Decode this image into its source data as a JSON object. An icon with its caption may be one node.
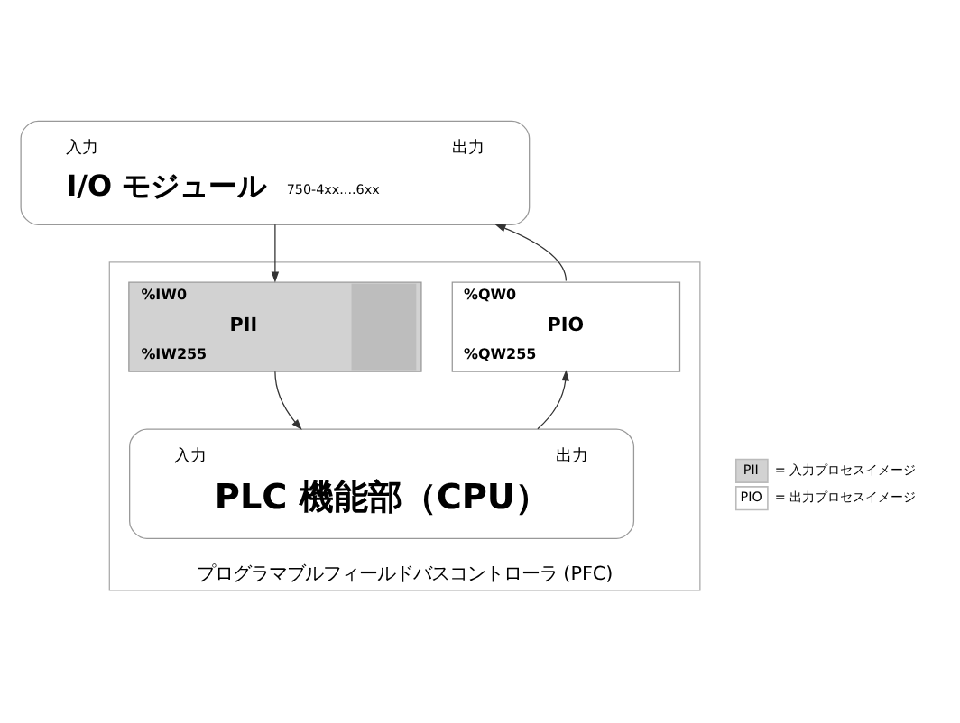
{
  "diagram": {
    "nodes": [
      {
        "text": [
          "入力",
          "出力",
          "I/O モジュール",
          "750-4xx....6xx"
        ]
      },
      {
        "text": [
          "プログラマブルフィールドバスコントローラ (PFC)"
        ]
      },
      {
        "text": [
          "%IW0",
          "PII",
          "%IW255"
        ],
        "in": 1
      },
      {
        "text": [
          "%QW0",
          "PIO",
          "%QW255"
        ],
        "in": 1
      },
      {
        "text": [
          "入力",
          "出力",
          "PLC 機能部（CPU）"
        ],
        "in": 1
      }
    ],
    "edges": [
      {
        "from": 0,
        "to": 2,
        "arrow": "to"
      },
      {
        "from": 2,
        "to": 4,
        "arrow": "to"
      },
      {
        "from": 4,
        "to": 3,
        "arrow": "to"
      },
      {
        "from": 3,
        "to": 0,
        "arrow": "to"
      }
    ],
    "legend": [
      {
        "text": "PII = 入力プロセスイメージ",
        "color": "#d2d2d2"
      },
      {
        "text": "PIO = 出力プロセスイメージ",
        "color": "#ffffff"
      }
    ]
  }
}
